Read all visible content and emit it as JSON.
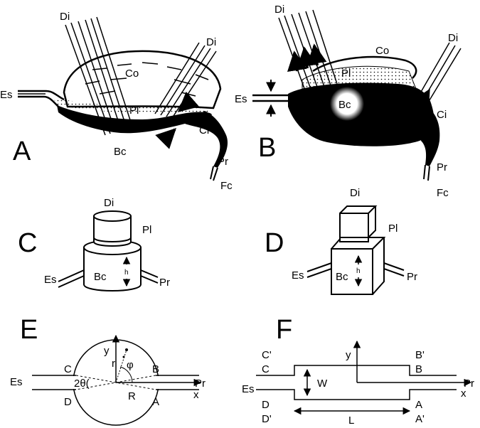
{
  "panels": {
    "A": {
      "letter": "A",
      "labels": {
        "es": "Es",
        "di1": "Di",
        "di2": "Di",
        "co": "Co",
        "pl": "Pl",
        "ci": "Ci",
        "bc": "Bc",
        "pr": "Pr",
        "fc": "Fc"
      }
    },
    "B": {
      "letter": "B",
      "labels": {
        "es": "Es",
        "di1": "Di",
        "di2": "Di",
        "co": "Co",
        "pl": "Pl",
        "ci": "Ci",
        "bc": "Bc",
        "pr": "Pr",
        "fc": "Fc"
      }
    },
    "C": {
      "letter": "C",
      "labels": {
        "di": "Di",
        "pl": "Pl",
        "es": "Es",
        "bc": "Bc",
        "pr": "Pr",
        "h": "h"
      }
    },
    "D": {
      "letter": "D",
      "labels": {
        "di": "Di",
        "pl": "Pl",
        "es": "Es",
        "bc": "Bc",
        "pr": "Pr",
        "h": "h"
      }
    },
    "E": {
      "letter": "E",
      "labels": {
        "es": "Es",
        "pr": "Pr",
        "x": "x",
        "y": "y",
        "r_small": "r",
        "phi": "φ",
        "two_theta": "2θ(",
        "R": "R",
        "A": "A",
        "B": "B",
        "C": "C",
        "D": "D"
      }
    },
    "F": {
      "letter": "F",
      "labels": {
        "es": "Es",
        "pr": "Pr",
        "x": "x",
        "y": "y",
        "W": "W",
        "L": "L",
        "A": "A",
        "B": "B",
        "C": "C",
        "D": "D",
        "A_prime": "A'",
        "B_prime": "B'",
        "C_prime": "C'",
        "D_prime": "D'"
      }
    }
  }
}
